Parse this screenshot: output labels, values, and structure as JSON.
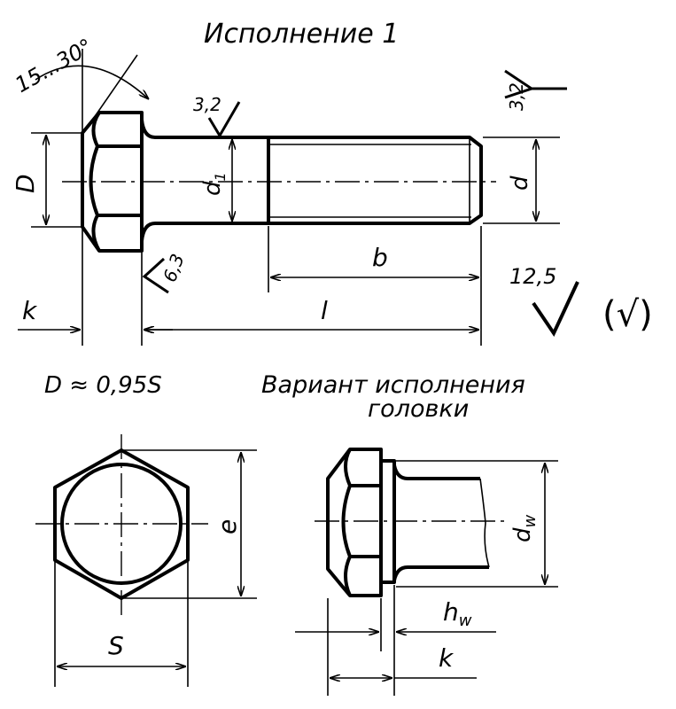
{
  "title": "Исполнение 1",
  "angle_label": "15...30°",
  "roughness": {
    "shank": "3,2",
    "thread": "3,2",
    "head": "6,3",
    "general": "12,5",
    "general_paren": "(√)"
  },
  "dims": {
    "D": "D",
    "d1": "d1",
    "d1_base": "d",
    "d1_sub": "1",
    "d": "d",
    "b": "b",
    "l": "l",
    "k": "k",
    "e": "e",
    "S": "S",
    "dw_base": "d",
    "dw_sub": "w",
    "hw_base": "h",
    "hw_sub": "w",
    "k2": "k"
  },
  "formula": "D ≈ 0,95S",
  "variant": {
    "line1": "Вариант исполнения",
    "line2": "головки"
  }
}
